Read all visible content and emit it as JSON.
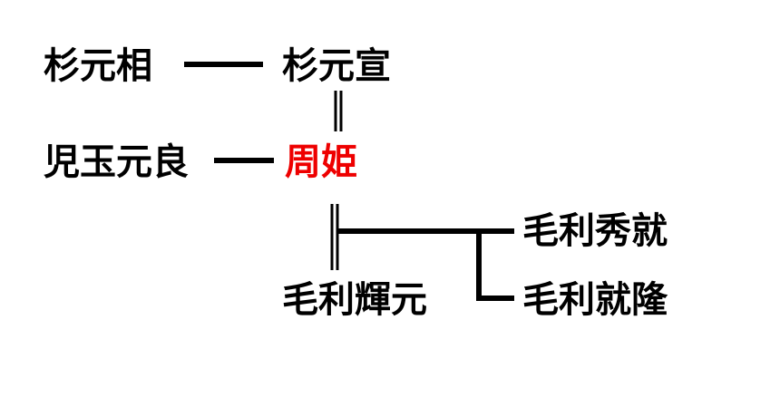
{
  "people": {
    "sugi_motosuke": "杉元相",
    "sugi_motonobu": "杉元宣",
    "kodama_motoyoshi": "児玉元良",
    "shuuki": "周姫",
    "mouri_terumoto": "毛利輝元",
    "mouri_hidenari": "毛利秀就",
    "mouri_naritaka": "毛利就隆"
  },
  "colors": {
    "highlight": "#ee0000",
    "text": "#000000",
    "line": "#000000"
  }
}
